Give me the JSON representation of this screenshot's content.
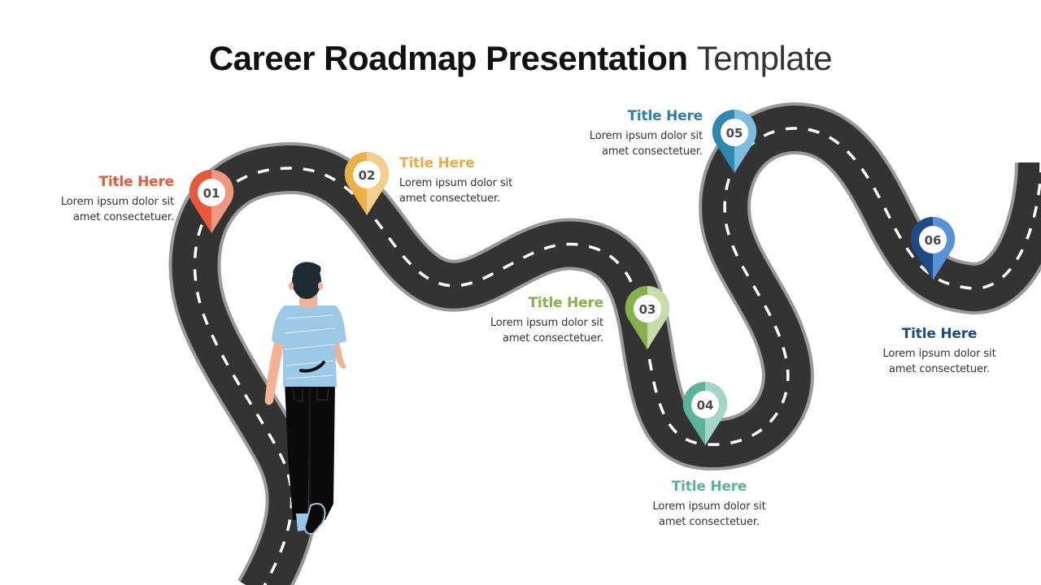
{
  "slide": {
    "title_bold": "Career Roadmap Presentation",
    "title_light": "Template"
  },
  "milestones": [
    {
      "number": "01",
      "title": "Title Here",
      "description_line1": "Lorem ipsum dolor sit",
      "description_line2": "amet consectetuer.",
      "color_dark": "#E8593B",
      "color_light": "#F0977F"
    },
    {
      "number": "02",
      "title": "Title Here",
      "description_line1": "Lorem ipsum dolor sit",
      "description_line2": "amet consectetuer.",
      "color_dark": "#EBB04A",
      "color_light": "#F3CF8C"
    },
    {
      "number": "03",
      "title": "Title Here",
      "description_line1": "Lorem ipsum dolor sit",
      "description_line2": "amet consectetuer.",
      "color_dark": "#86B14A",
      "color_light": "#C5DDAA"
    },
    {
      "number": "04",
      "title": "Title Here",
      "description_line1": "Lorem ipsum dolor sit",
      "description_line2": "amet consectetuer.",
      "color_dark": "#5CB39B",
      "color_light": "#A4D6C8"
    },
    {
      "number": "05",
      "title": "Title Here",
      "description_line1": "Lorem ipsum dolor sit",
      "description_line2": "amet consectetuer.",
      "color_dark": "#2F86B0",
      "color_light": "#7CBCDE"
    },
    {
      "number": "06",
      "title": "Title Here",
      "description_line1": "Lorem ipsum dolor sit",
      "description_line2": "amet consectetuer.",
      "color_dark": "#1F4A86",
      "color_light": "#5A90D6"
    }
  ],
  "colors": {
    "road": "#333333",
    "road_edge": "#9a9a9a",
    "lane_marking": "#ffffff",
    "title_text": "#111111"
  }
}
